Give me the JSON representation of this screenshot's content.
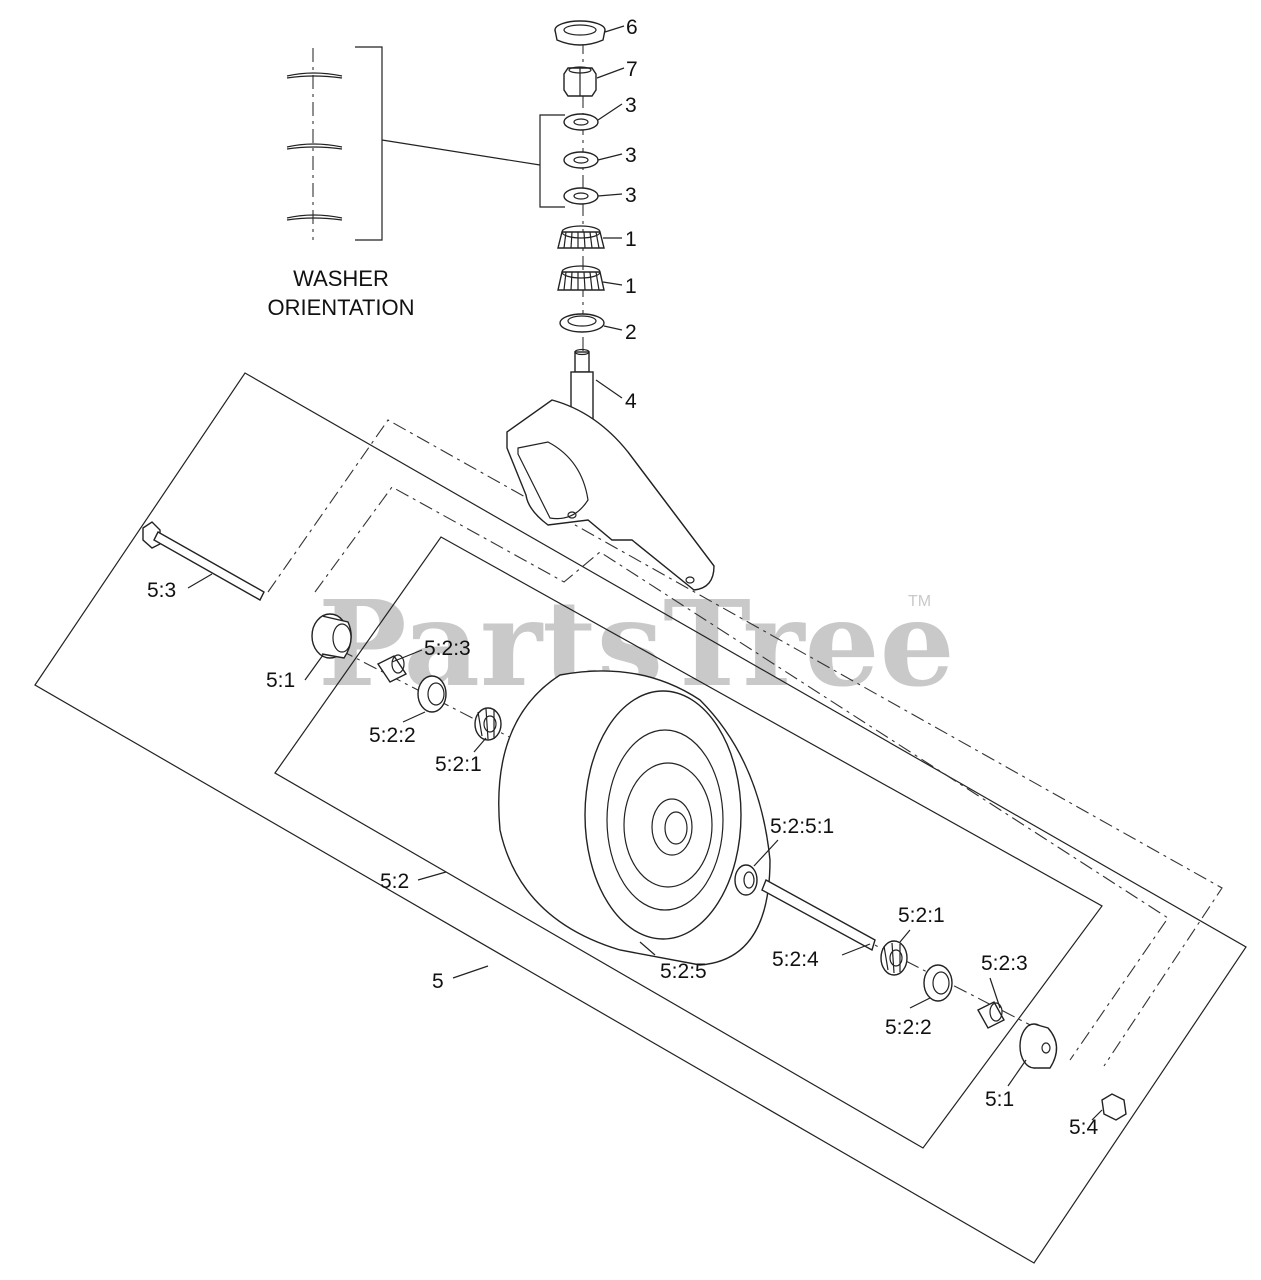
{
  "watermark": {
    "text": "PartsTree",
    "mark": "TM"
  },
  "washer_orientation": {
    "line1": "WASHER",
    "line2": "ORIENTATION"
  },
  "callouts": {
    "c6": "6",
    "c7": "7",
    "c3a": "3",
    "c3b": "3",
    "c3c": "3",
    "c1a": "1",
    "c1b": "1",
    "c2": "2",
    "c4": "4",
    "c53": "5:3",
    "c51_left": "5:1",
    "c523_left": "5:2:3",
    "c522_left": "5:2:2",
    "c521_left": "5:2:1",
    "c5251": "5:2:5:1",
    "c52": "5:2",
    "c521_right": "5:2:1",
    "c524": "5:2:4",
    "c525": "5:2:5",
    "c523_right": "5:2:3",
    "c522_right": "5:2:2",
    "c5": "5",
    "c51_right": "5:1",
    "c54": "5:4"
  }
}
